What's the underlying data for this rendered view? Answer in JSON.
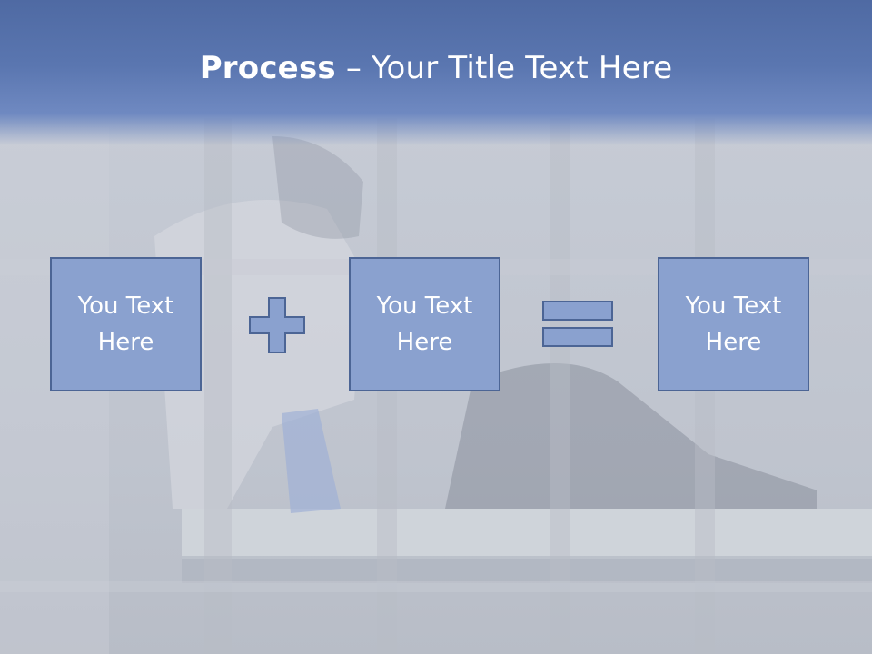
{
  "title": {
    "bold": "Process",
    "rest": " – Your Title Text Here"
  },
  "boxes": [
    {
      "line1": "You Text",
      "line2": "Here"
    },
    {
      "line1": "You Text",
      "line2": "Here"
    },
    {
      "line1": "You Text",
      "line2": "Here"
    }
  ],
  "operators": [
    "plus-icon",
    "equals-icon"
  ],
  "colors": {
    "header": "#5a76b0",
    "box_fill": "#8aa1cf",
    "box_border": "#4c6595",
    "text": "#ffffff"
  }
}
